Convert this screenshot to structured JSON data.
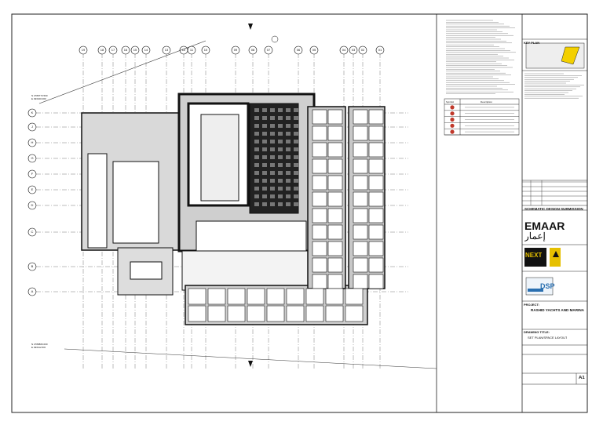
{
  "grid": {
    "columns": [
      "19",
      "18",
      "17",
      "16",
      "15",
      "14",
      "13",
      "12",
      "11",
      "10",
      "09",
      "08",
      "07",
      "06",
      "05",
      "04",
      "03",
      "02",
      "01"
    ],
    "rows": [
      "K",
      "J",
      "H",
      "G",
      "F",
      "E",
      "D",
      "C",
      "B",
      "A"
    ]
  },
  "elevation_markers": [
    "N 2789773.500",
    "E 493100.000",
    "N 2789806.000",
    "E 493112.600"
  ],
  "legend": {
    "headers": [
      "Symbol",
      "Description"
    ],
    "rows": 5
  },
  "title_block": {
    "key_plan": "KEY PLAN",
    "submission": "SCHEMATIC DESIGN SUBMISSION",
    "client_logo": "EMAAR",
    "client_arabic": "إعمار",
    "consultant_logo": "NEXT",
    "dsp_logo": "DSP",
    "project_label": "PROJECT:",
    "project_name": "RASHID YACHTS AND MARINA",
    "drawing_title_label": "DRAWING TITLE:",
    "drawing_title": "SET PLAN/SPACE LAYOUT",
    "scale": "A1"
  },
  "colors": {
    "legend_symbol": "#c0392b",
    "line": "#111111"
  }
}
